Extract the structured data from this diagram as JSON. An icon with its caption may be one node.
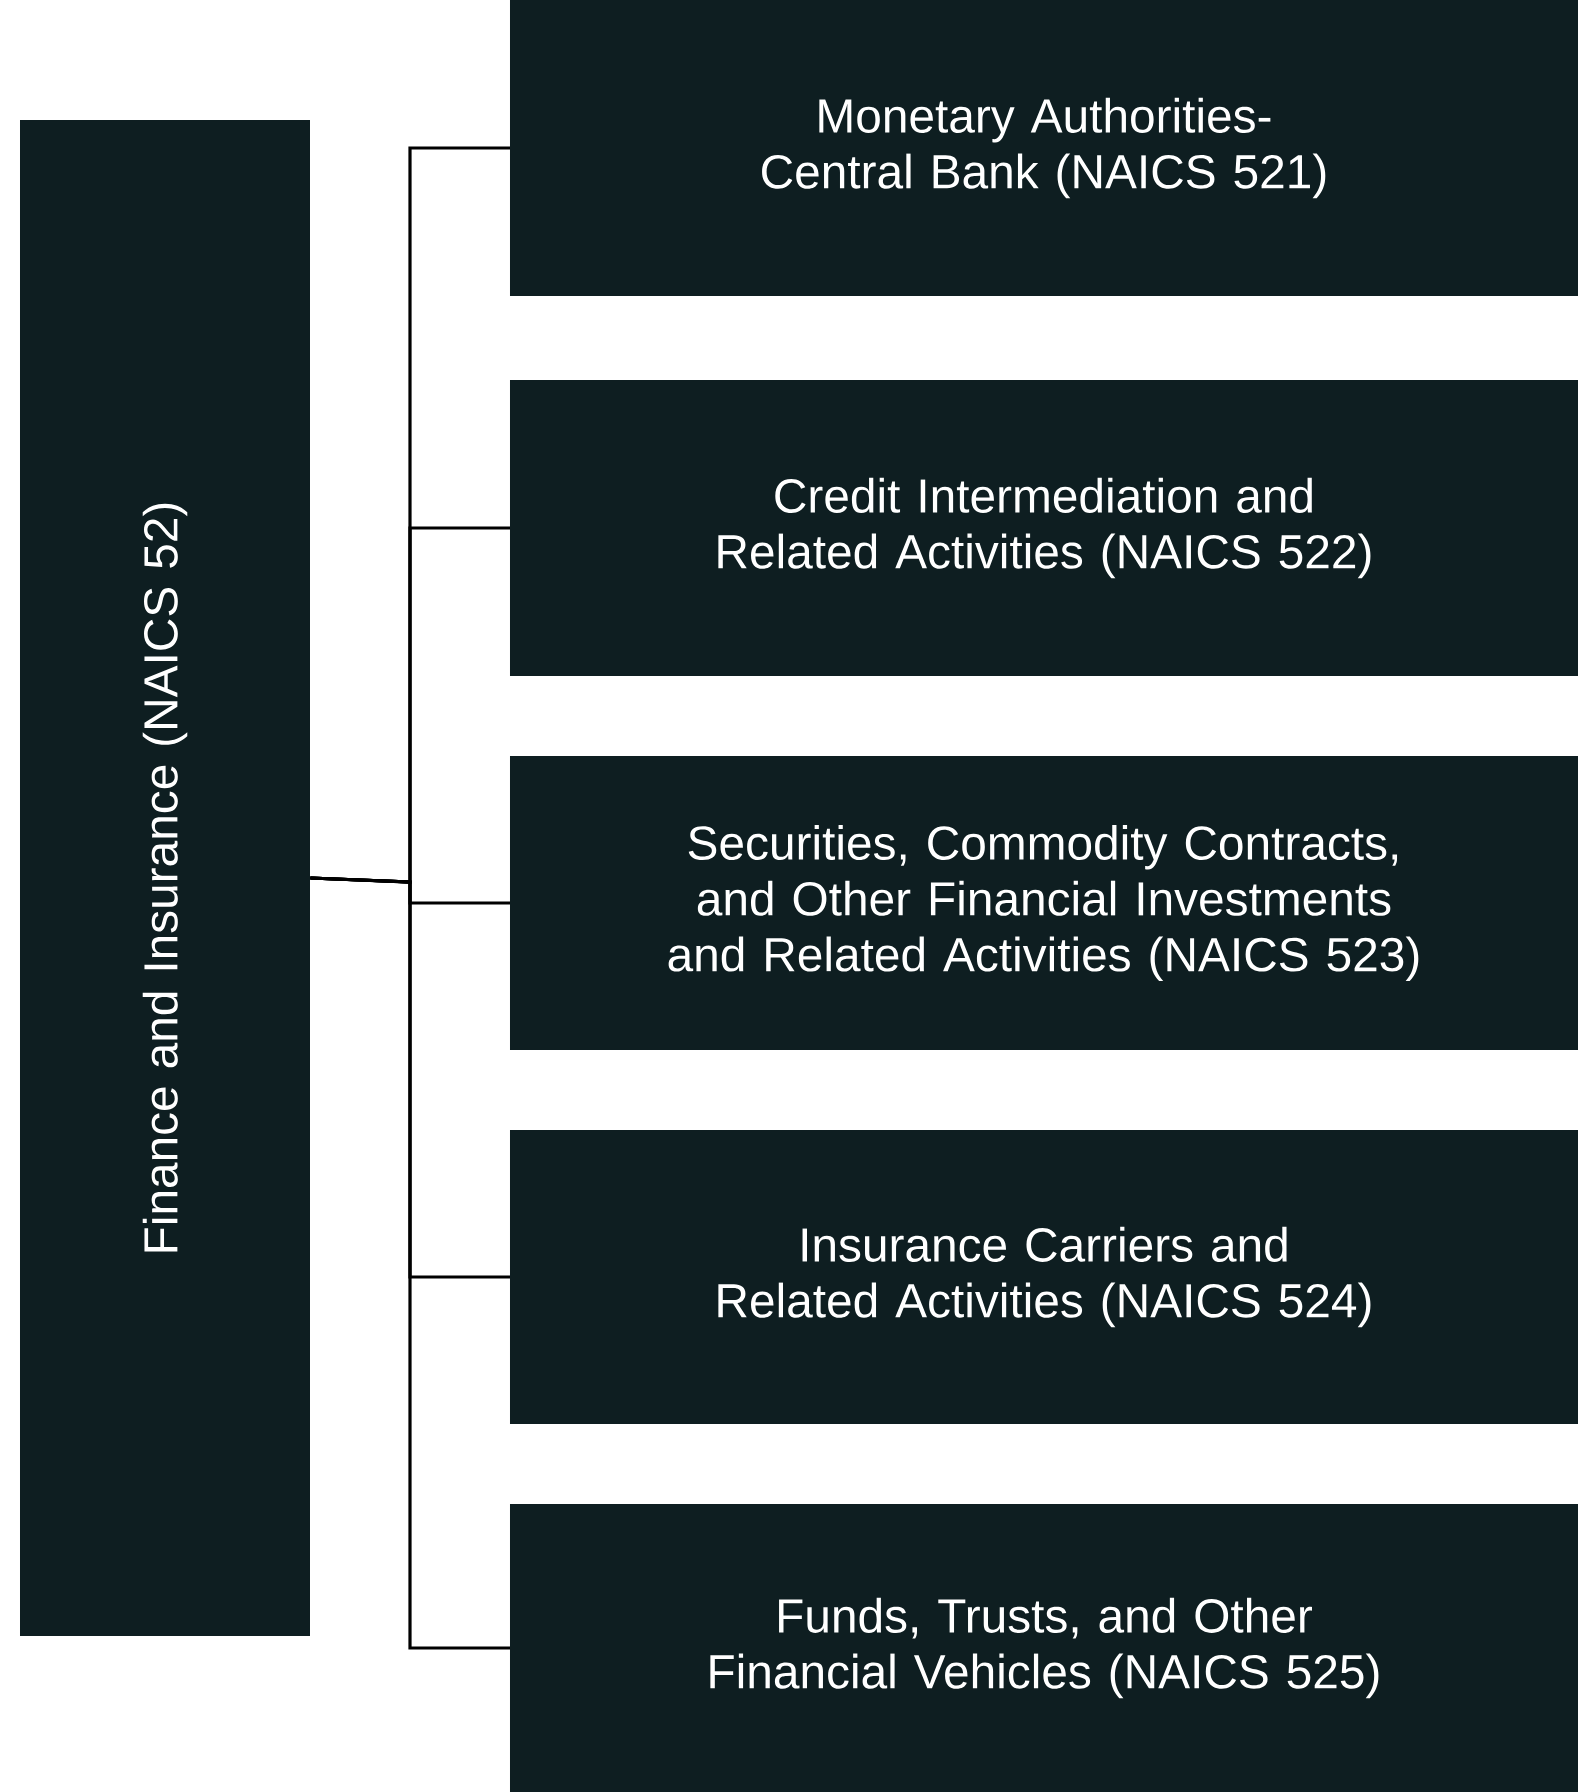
{
  "diagram": {
    "nodes": [
      {
        "text": [
          "Finance and Insurance (NAICS 52)"
        ]
      },
      {
        "text": [
          "Monetary Authorities-Central Bank (NAICS 521)"
        ]
      },
      {
        "text": [
          "Credit Intermediation and Related Activities (NAICS 522)"
        ]
      },
      {
        "text": [
          "Securities, Commodity Contracts, and Other Financial Investments and Related Activities (NAICS 523)"
        ]
      },
      {
        "text": [
          "Insurance Carriers and Related Activities (NAICS 524)"
        ]
      },
      {
        "text": [
          "Funds, Trusts, and Other Financial Vehicles (NAICS 525)"
        ]
      }
    ],
    "edges": [
      {
        "from": 0,
        "to": 1,
        "arrow": "none"
      },
      {
        "from": 0,
        "to": 2,
        "arrow": "none"
      },
      {
        "from": 0,
        "to": 3,
        "arrow": "none"
      },
      {
        "from": 0,
        "to": 4,
        "arrow": "none"
      },
      {
        "from": 0,
        "to": 5,
        "arrow": "none"
      }
    ]
  }
}
